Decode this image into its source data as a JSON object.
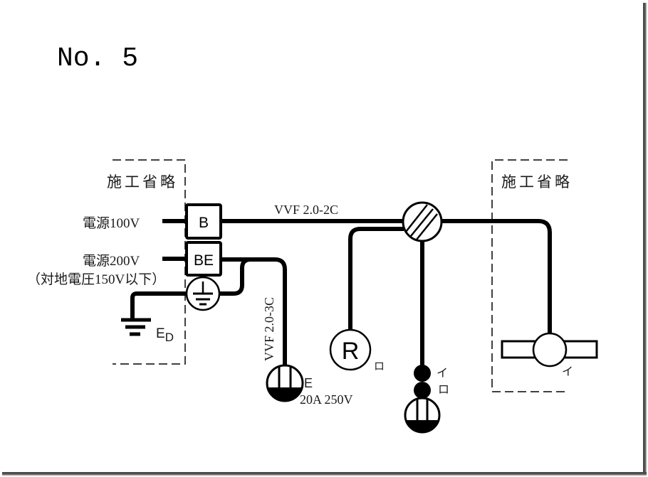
{
  "title": "No. 5",
  "omitted_areas": {
    "left_label": "施工省略",
    "right_label": "施工省略"
  },
  "power_sources": {
    "source_100v": "電源100V",
    "source_200v": "電源200V",
    "source_200v_note": "（対地電圧150V以下）"
  },
  "breakers": {
    "breaker_b": "B",
    "breaker_be": "BE"
  },
  "ground": {
    "label_main": "E",
    "label_sub": "D"
  },
  "cables": {
    "main_cable": "VVF 2.0-2C",
    "outlet_cable": "VVF 2.0-3C"
  },
  "outlet_200v": {
    "mark": "E",
    "rating": "20A 250V"
  },
  "receptacle": {
    "symbol": "R",
    "label": "ロ"
  },
  "switches": {
    "switch_i": "イ",
    "switch_ro": "ロ"
  },
  "fluorescent": {
    "label": "イ"
  },
  "colors": {
    "line": "#000000",
    "label_text": "#1a1a1a",
    "dash": "#000000"
  }
}
